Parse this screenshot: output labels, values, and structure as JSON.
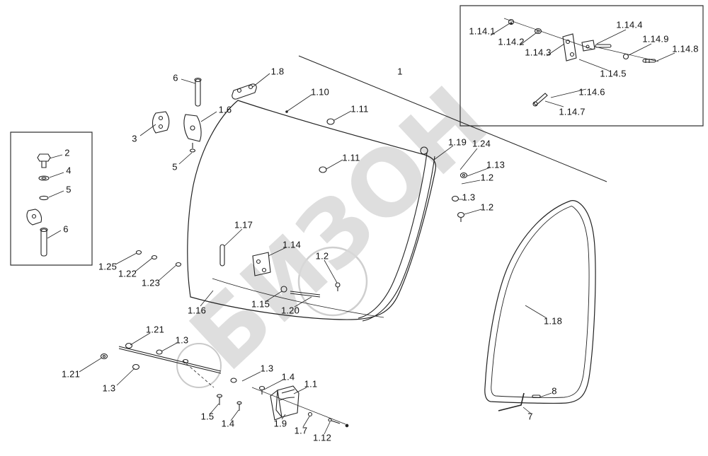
{
  "diagram": {
    "type": "exploded-parts-diagram",
    "subject": "cab door glass assembly",
    "watermark": "БИЗОН",
    "watermark_color": "#d9d9d9",
    "line_color": "#222222"
  },
  "labels": [
    "1.14.1",
    "1.14.2",
    "1.14.3",
    "1.14.4",
    "1.14.9",
    "1.14.8",
    "1.14.5",
    "1.14.6",
    "1.14.7",
    "6",
    "1.8",
    "1",
    "1.10",
    "1.6",
    "1.11",
    "3",
    "5",
    "1.11",
    "1.19",
    "1.24",
    "1.13",
    "1.2",
    "1.3",
    "1.2",
    "2",
    "4",
    "5",
    "6",
    "1.17",
    "1.14",
    "1.2",
    "1.25",
    "1.22",
    "1.23",
    "1.16",
    "1.15",
    "1.20",
    "1.18",
    "1.21",
    "1.3",
    "1.21",
    "1.3",
    "1.3",
    "1.4",
    "1.1",
    "1.5",
    "1.4",
    "1.9",
    "1.7",
    "1.12",
    "8",
    "7"
  ]
}
